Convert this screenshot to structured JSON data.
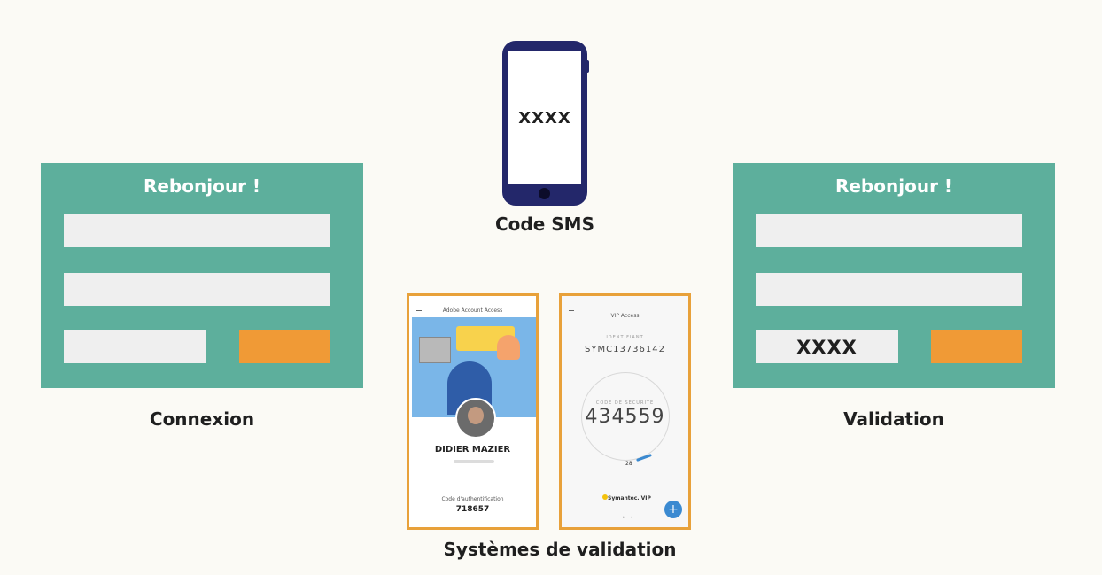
{
  "left_card": {
    "title": "Rebonjour !",
    "caption": "Connexion"
  },
  "right_card": {
    "title": "Rebonjour !",
    "code_field": "XXXX",
    "caption": "Validation"
  },
  "sms": {
    "screen_code": "XXXX",
    "caption": "Code SMS"
  },
  "adobe_app": {
    "header": "Adobe Account Access",
    "user_name": "DIDIER MAZIER",
    "auth_label": "Code d'authentification",
    "auth_code": "718657"
  },
  "vip_app": {
    "header": "VIP Access",
    "id_label": "IDENTIFIANT",
    "id_value": "SYMC13736142",
    "security_label": "CODE DE SÉCURITÉ",
    "security_code": "434559",
    "timer": "28",
    "brand": "Symantec. VIP",
    "fab": "+",
    "dots": "• •"
  },
  "bottom_caption": "Systèmes de validation",
  "colors": {
    "card": "#5daf9c",
    "button": "#f09a36",
    "phone": "#23276a",
    "app_border": "#e8a13a"
  },
  "icons": [
    "phone-icon",
    "menu-icon",
    "plus-icon",
    "symantec-check-icon"
  ]
}
